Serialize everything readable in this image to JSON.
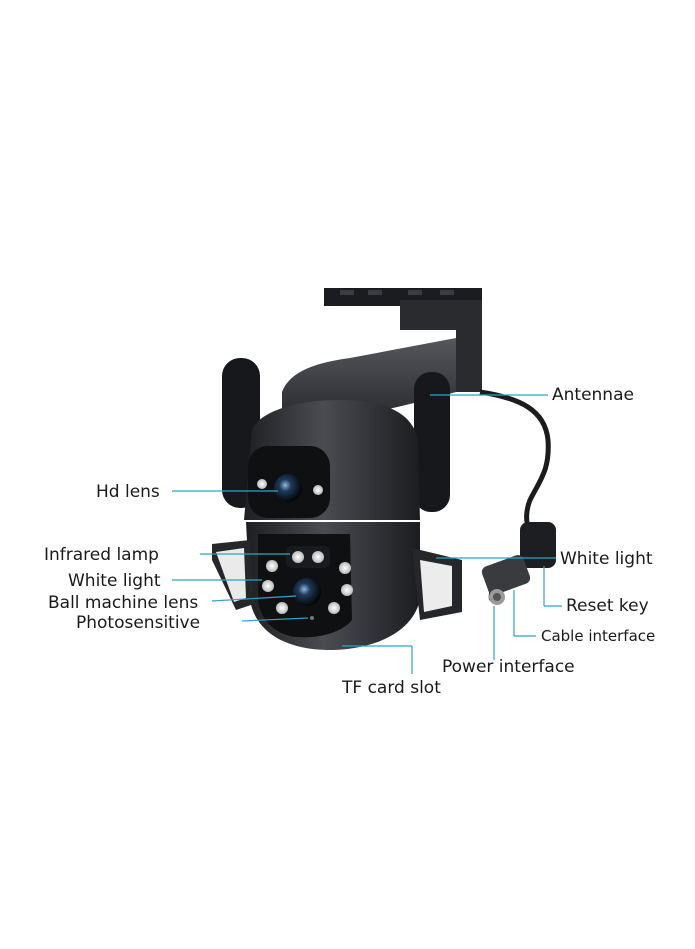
{
  "labels": {
    "antennae": "Antennae",
    "hd_lens": "Hd lens",
    "infrared_lamp": "Infrared lamp",
    "white_light_left": "White light",
    "ball_machine_lens": "Ball machine lens",
    "photosensitive": "Photosensitive",
    "white_light_right": "White light",
    "reset_key": "Reset key",
    "cable_interface": "Cable interface",
    "power_interface": "Power interface",
    "tf_card_slot": "TF card slot"
  },
  "colors": {
    "leader_line": "#2fa3c8",
    "camera_body": "#2b2c30",
    "camera_face": "#121316",
    "led": "#f4f4f4"
  }
}
